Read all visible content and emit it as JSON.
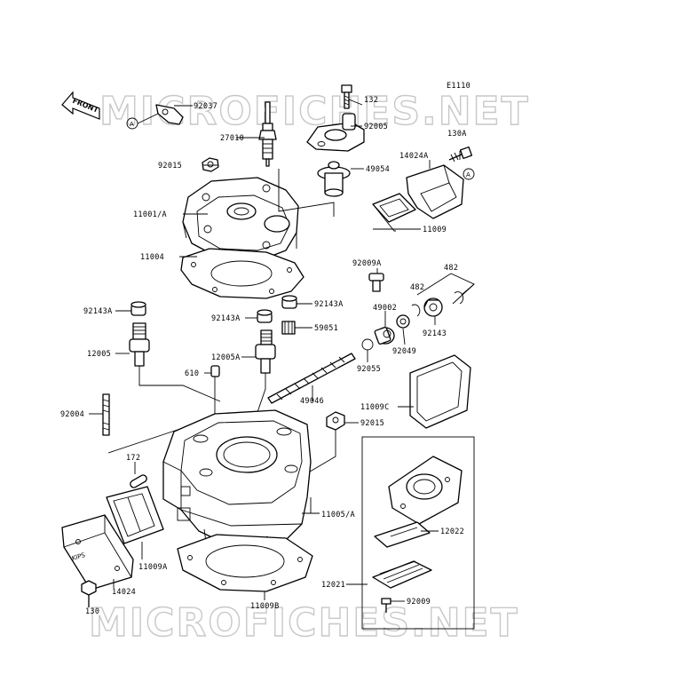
{
  "diagram_id": "E1110",
  "watermark": "MICROFICHES.NET",
  "front_label": "FRONT",
  "ref_marker": "A",
  "brand_cover_text": "KIPS",
  "parts": {
    "p92037": "92037",
    "p132": "132",
    "p92005": "92005",
    "p27010": "27010",
    "p130A": "130A",
    "p92015_top": "92015",
    "p49054": "49054",
    "p14024A": "14024A",
    "p11001A": "11001/A",
    "p11009": "11009",
    "p11004": "11004",
    "p92009A": "92009A",
    "p482_top": "482",
    "p482_mid": "482",
    "p92143A_left": "92143A",
    "p92143A_right": "92143A",
    "p92143A_mid": "92143A",
    "p49002": "49002",
    "p59051": "59051",
    "p92143": "92143",
    "p92049": "92049",
    "p12005": "12005",
    "p12005A": "12005A",
    "p610": "610",
    "p92055": "92055",
    "p49046": "49046",
    "p11009C": "11009C",
    "p92004": "92004",
    "p92015_bot": "92015",
    "p172": "172",
    "p11005A": "11005/A",
    "p12022": "12022",
    "p11009A": "11009A",
    "p14024": "14024",
    "p12021": "12021",
    "p130": "130",
    "p11009B": "11009B",
    "p92009": "92009"
  }
}
